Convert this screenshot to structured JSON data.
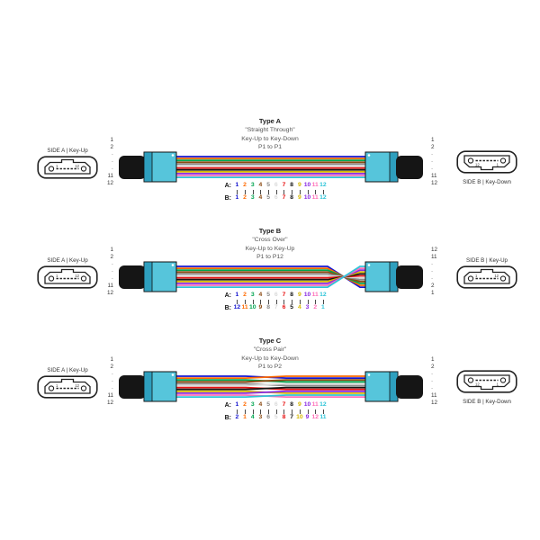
{
  "colors": {
    "fiber_sequence": [
      "#1515CF",
      "#FF6A00",
      "#00A550",
      "#8B4A12",
      "#8A8A8A",
      "#DADADA",
      "#E81313",
      "#141414",
      "#D6B800",
      "#8A2BE2",
      "#FF70B8",
      "#2FC5D8"
    ],
    "connector_body": "#56C5DB",
    "connector_stripe": "#2E9FBE",
    "boot": "#151515",
    "outline": "#222222"
  },
  "cables": [
    {
      "header": {
        "title": "Type A",
        "subtitle": "\"Straight Through\"",
        "polarity": "Key-Up to Key-Down",
        "ports": "P1 to P1"
      },
      "left": {
        "label": "SIDE A | Key-Up",
        "key": "up",
        "pin_left": "1",
        "pin_right": "12",
        "positions": [
          "1",
          "2",
          "·",
          "·",
          "·",
          "11",
          "12"
        ]
      },
      "right": {
        "label": "SIDE B | Key-Down",
        "key": "down",
        "pin_left": "12",
        "pin_right": "1",
        "positions": [
          "1",
          "2",
          "·",
          "·",
          "·",
          "11",
          "12"
        ]
      },
      "map": {
        "row_a_label": "A:",
        "row_b_label": "B:",
        "row_a": [
          "1",
          "2",
          "3",
          "4",
          "5",
          "6",
          "7",
          "8",
          "9",
          "10",
          "11",
          "12"
        ],
        "row_b": [
          "1",
          "2",
          "3",
          "4",
          "5",
          "6",
          "7",
          "8",
          "9",
          "10",
          "11",
          "12"
        ]
      },
      "ribbon": {
        "crossing": "straight"
      }
    },
    {
      "header": {
        "title": "Type B",
        "subtitle": "\"Cross Over\"",
        "polarity": "Key-Up to Key-Up",
        "ports": "P1 to P12"
      },
      "left": {
        "label": "SIDE A | Key-Up",
        "key": "up",
        "pin_left": "1",
        "pin_right": "12",
        "positions": [
          "1",
          "2",
          "·",
          "·",
          "·",
          "11",
          "12"
        ]
      },
      "right": {
        "label": "SIDE B | Key-Up",
        "key": "up",
        "pin_left": "1",
        "pin_right": "12",
        "positions": [
          "12",
          "11",
          "·",
          "·",
          "·",
          "2",
          "1"
        ]
      },
      "map": {
        "row_a_label": "A:",
        "row_b_label": "B:",
        "row_a": [
          "1",
          "2",
          "3",
          "4",
          "5",
          "6",
          "7",
          "8",
          "9",
          "10",
          "11",
          "12"
        ],
        "row_b": [
          "12",
          "11",
          "10",
          "9",
          "8",
          "7",
          "6",
          "5",
          "4",
          "3",
          "2",
          "1"
        ]
      },
      "ribbon": {
        "crossing": "reverse-right"
      }
    },
    {
      "header": {
        "title": "Type C",
        "subtitle": "\"Cross Pair\"",
        "polarity": "Key-Up to Key-Down",
        "ports": "P1 to P2"
      },
      "left": {
        "label": "SIDE A | Key-Up",
        "key": "up",
        "pin_left": "1",
        "pin_right": "12",
        "positions": [
          "1",
          "2",
          "·",
          "·",
          "·",
          "11",
          "12"
        ]
      },
      "right": {
        "label": "SIDE B | Key-Down",
        "key": "down",
        "pin_left": "12",
        "pin_right": "1",
        "positions": [
          "1",
          "2",
          "·",
          "·",
          "·",
          "11",
          "12"
        ]
      },
      "map": {
        "row_a_label": "A:",
        "row_b_label": "B:",
        "row_a": [
          "1",
          "2",
          "3",
          "4",
          "5",
          "6",
          "7",
          "8",
          "9",
          "10",
          "11",
          "12"
        ],
        "row_b": [
          "2",
          "1",
          "4",
          "3",
          "6",
          "5",
          "8",
          "7",
          "10",
          "9",
          "12",
          "11"
        ]
      },
      "ribbon": {
        "crossing": "pairs-center"
      }
    }
  ]
}
